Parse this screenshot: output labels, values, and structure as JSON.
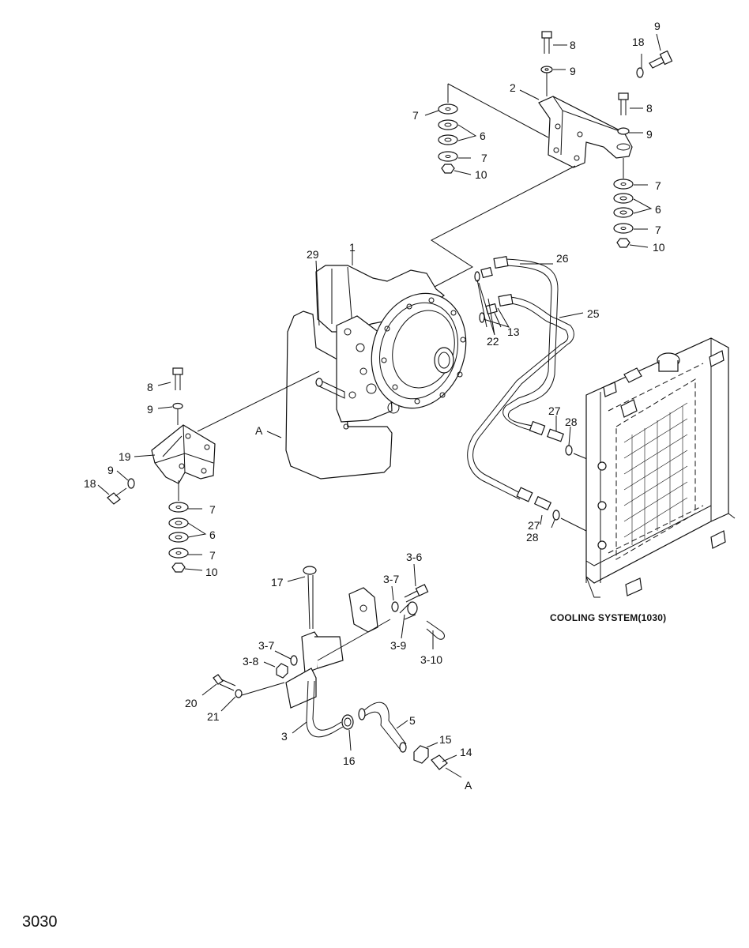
{
  "diagram": {
    "page_number": "3030",
    "caption": "COOLING SYSTEM(1030)",
    "callouts": {
      "c1": "1",
      "c2": "2",
      "c3": "3",
      "c5": "5",
      "c6a": "6",
      "c6b": "6",
      "c6c": "6",
      "c7a": "7",
      "c7b": "7",
      "c7c": "7",
      "c7d": "7",
      "c7e": "7",
      "c7f": "7",
      "c8a": "8",
      "c8b": "8",
      "c8c": "8",
      "c9a": "9",
      "c9b": "9",
      "c9c": "9",
      "c9d": "9",
      "c9e": "9",
      "c10a": "10",
      "c10b": "10",
      "c10c": "10",
      "c13": "13",
      "c14": "14",
      "c15": "15",
      "c16": "16",
      "c17": "17",
      "c18a": "18",
      "c18b": "18",
      "c19": "19",
      "c20": "20",
      "c21": "21",
      "c22": "22",
      "c25": "25",
      "c26": "26",
      "c27a": "27",
      "c27b": "27",
      "c28a": "28",
      "c28b": "28",
      "c29": "29",
      "c3_6": "3-6",
      "c3_7a": "3-7",
      "c3_7b": "3-7",
      "c3_8": "3-8",
      "c3_9": "3-9",
      "c3_10": "3-10",
      "cA1": "A",
      "cA2": "A"
    }
  }
}
